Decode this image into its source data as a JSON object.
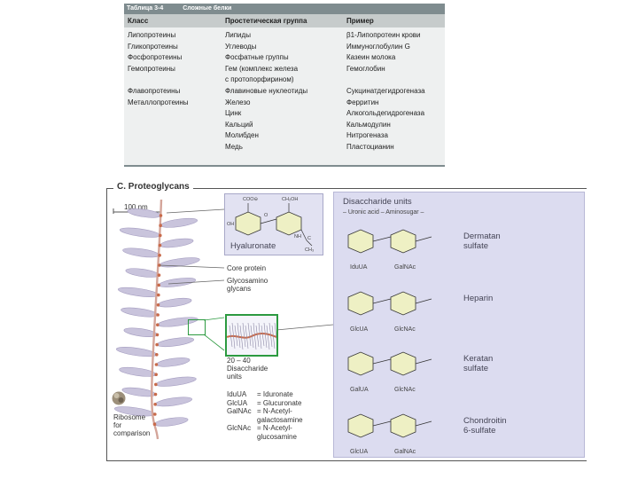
{
  "table": {
    "title": "Таблица 3-4",
    "subtitle": "Сложные белки",
    "headers": [
      "Класс",
      "Простетическая группа",
      "Пример"
    ],
    "rows": [
      [
        "Липопротеины",
        "Липиды",
        "β1-Липопротеин крови"
      ],
      [
        "Гликопротеины",
        "Углеводы",
        "Иммуноглобулин G"
      ],
      [
        "Фосфопротеины",
        "Фосфатные группы",
        "Казеин молока"
      ],
      [
        "Гемопротеины",
        "Гем (комплекс железа",
        "Гемоглобин"
      ],
      [
        "",
        "с протопорфирином)",
        ""
      ],
      [
        "Флавопротеины",
        "Флавиновые нуклеотиды",
        "Сукцинатдегидрогеназа"
      ],
      [
        "Металлопротеины",
        "Железо",
        "Ферритин"
      ],
      [
        "",
        "Цинк",
        "Алкогольдегидрогеназа"
      ],
      [
        "",
        "Кальций",
        "Кальмодулин"
      ],
      [
        "",
        "Молибден",
        "Нитрогеназа"
      ],
      [
        "",
        "Медь",
        "Пластоцианин"
      ]
    ]
  },
  "figure": {
    "title": "C. Proteoglycans",
    "scale_label": "100 nm",
    "hyaluronate_label": "Hyaluronate",
    "core_protein_label": "Core protein",
    "gag_label": [
      "Glycosamino",
      "glycans"
    ],
    "units_range": "20 – 40",
    "units_label": [
      "Disaccharide",
      "units"
    ],
    "ribosome_label": [
      "Ribosome",
      "for",
      "comparison"
    ],
    "right_title": "Disaccharide units",
    "right_subtitle": "– Uronic acid – Aminosugar –",
    "abbrevs": [
      {
        "abbr": "IduUA",
        "def": "= Iduronate"
      },
      {
        "abbr": "GlcUA",
        "def": "= Glucuronate"
      },
      {
        "abbr": "GalNAc",
        "def": "= N-Acetyl-"
      },
      {
        "abbr": "",
        "def": "galactosamine"
      },
      {
        "abbr": "GlcNAc",
        "def": "= N-Acetyl-"
      },
      {
        "abbr": "",
        "def": "glucosamine"
      }
    ],
    "units": [
      {
        "name": [
          "Dermatan",
          "sulfate"
        ],
        "left": "IduUA",
        "right": "GalNAc"
      },
      {
        "name": [
          "Heparin"
        ],
        "left": "GlcUA",
        "right": "GlcNAc"
      },
      {
        "name": [
          "Keratan",
          "sulfate"
        ],
        "left": "GalUA",
        "right": "GlcNAc"
      },
      {
        "name": [
          "Chondroitin",
          "6-sulfate"
        ],
        "left": "GlcUA",
        "right": "GalNAc"
      }
    ],
    "hyal_atoms": {
      "coo": "COO⊖",
      "oh": "OH",
      "ch2oh": "CH₂OH",
      "nh": "NH",
      "c": "C",
      "ch3": "CH₃",
      "o": "O"
    }
  },
  "colors": {
    "accent_green": "#2c9a40",
    "bristle": "#c9c4dc",
    "spine": "#d4a59a",
    "node": "#c86a4a"
  }
}
